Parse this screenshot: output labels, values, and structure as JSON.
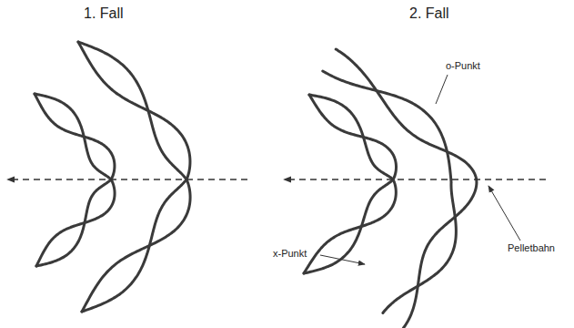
{
  "diagram": {
    "labels": [
      "1. Fall",
      "2. Fall",
      "o-Punkt",
      "x-Punkt",
      "Pelletbahn"
    ]
  }
}
